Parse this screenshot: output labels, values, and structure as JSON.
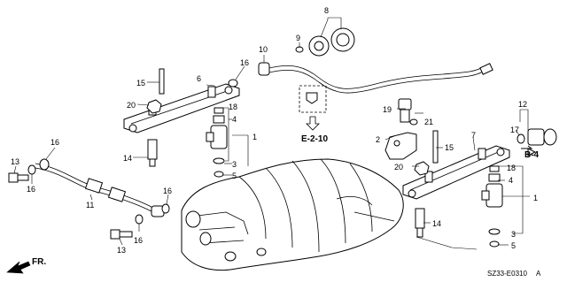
{
  "callouts": {
    "c1a": "1",
    "c1b": "1",
    "c2": "2",
    "c3a": "3",
    "c3b": "3",
    "c4a": "4",
    "c4b": "4",
    "c5a": "5",
    "c5b": "5",
    "c6": "6",
    "c7": "7",
    "c8": "8",
    "c9": "9",
    "c10": "10",
    "c11": "11",
    "c12": "12",
    "c13a": "13",
    "c13b": "13",
    "c14a": "14",
    "c14b": "14",
    "c15a": "15",
    "c15b": "15",
    "c16a": "16",
    "c16b": "16",
    "c16c": "16",
    "c16d": "16",
    "c16e": "16",
    "c17": "17",
    "c18a": "18",
    "c18b": "18",
    "c19": "19",
    "c20a": "20",
    "c20b": "20",
    "c21": "21"
  },
  "refs": {
    "e210": "E-2-10",
    "b4": "B-4"
  },
  "footer": {
    "code": "SZ33-E0310",
    "suffix": "A",
    "fr": "FR."
  },
  "colors": {
    "line": "#000000",
    "background": "#ffffff"
  }
}
